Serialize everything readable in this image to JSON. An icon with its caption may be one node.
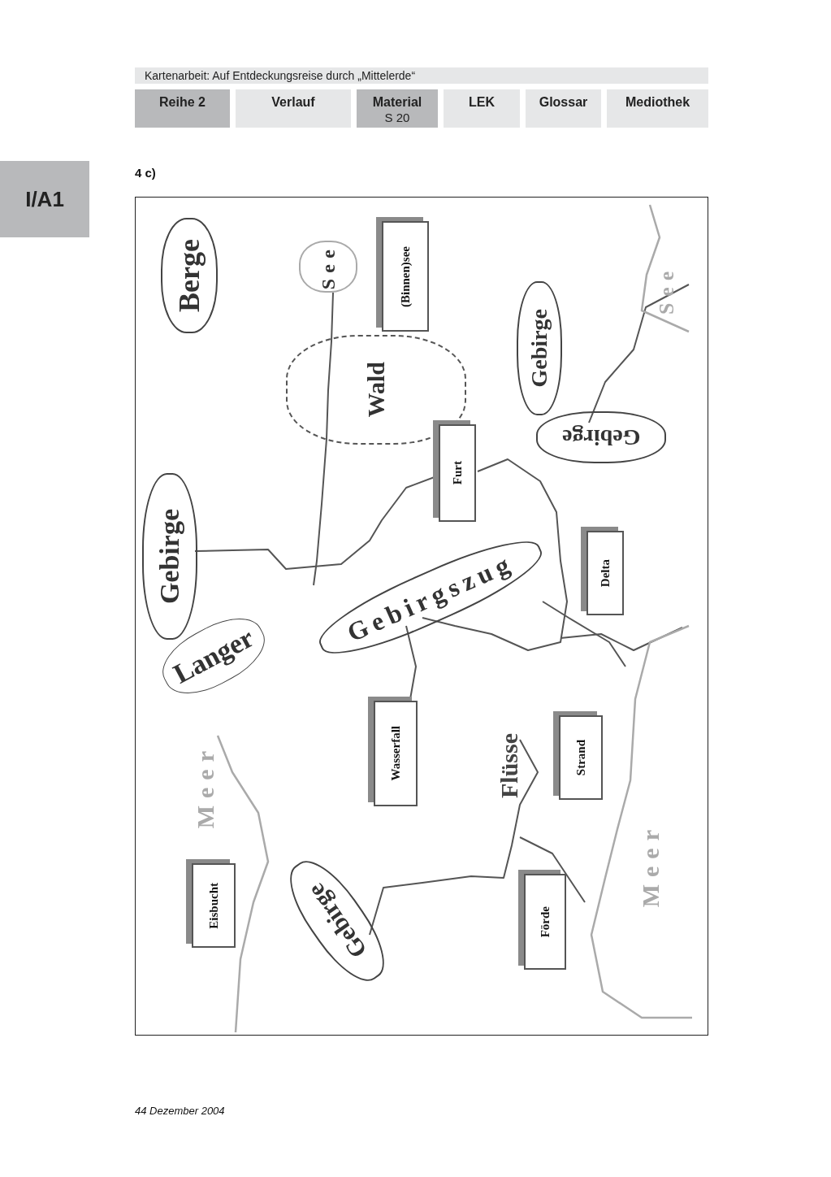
{
  "diagram": {
    "nodes": [
      {
        "text": [
          "Kartenarbeit: Auf Entdeckungsreise durch „Mittelerde“"
        ]
      },
      {
        "text": [
          "Reihe 2"
        ]
      },
      {
        "text": [
          "Verlauf"
        ]
      },
      {
        "text": [
          "Material",
          "S 20"
        ]
      },
      {
        "text": [
          "LEK"
        ]
      },
      {
        "text": [
          "Glossar"
        ]
      },
      {
        "text": [
          "Mediothek"
        ]
      },
      {
        "text": [
          "I/A1"
        ]
      },
      {
        "text": [
          "Berge"
        ]
      },
      {
        "text": [
          "See"
        ]
      },
      {
        "text": [
          "(Binnen)see"
        ]
      },
      {
        "text": [
          "Wald"
        ]
      },
      {
        "text": [
          "Gebirge"
        ]
      },
      {
        "text": [
          "Gebirge"
        ]
      },
      {
        "text": [
          "Furt"
        ]
      },
      {
        "text": [
          "Gebirge"
        ]
      },
      {
        "text": [
          "Delta"
        ]
      },
      {
        "text": [
          "Langer"
        ]
      },
      {
        "text": [
          "Gebirgszug"
        ]
      },
      {
        "text": [
          "Wasserfall"
        ]
      },
      {
        "text": [
          "Strand"
        ]
      },
      {
        "text": [
          "Eisbucht"
        ]
      },
      {
        "text": [
          "Gebirge"
        ]
      },
      {
        "text": [
          "Förde"
        ]
      }
    ],
    "labels": [
      "4 c)",
      "See",
      "Flüsse",
      "Meer",
      "Meer",
      "44 Dezember 2004"
    ]
  }
}
